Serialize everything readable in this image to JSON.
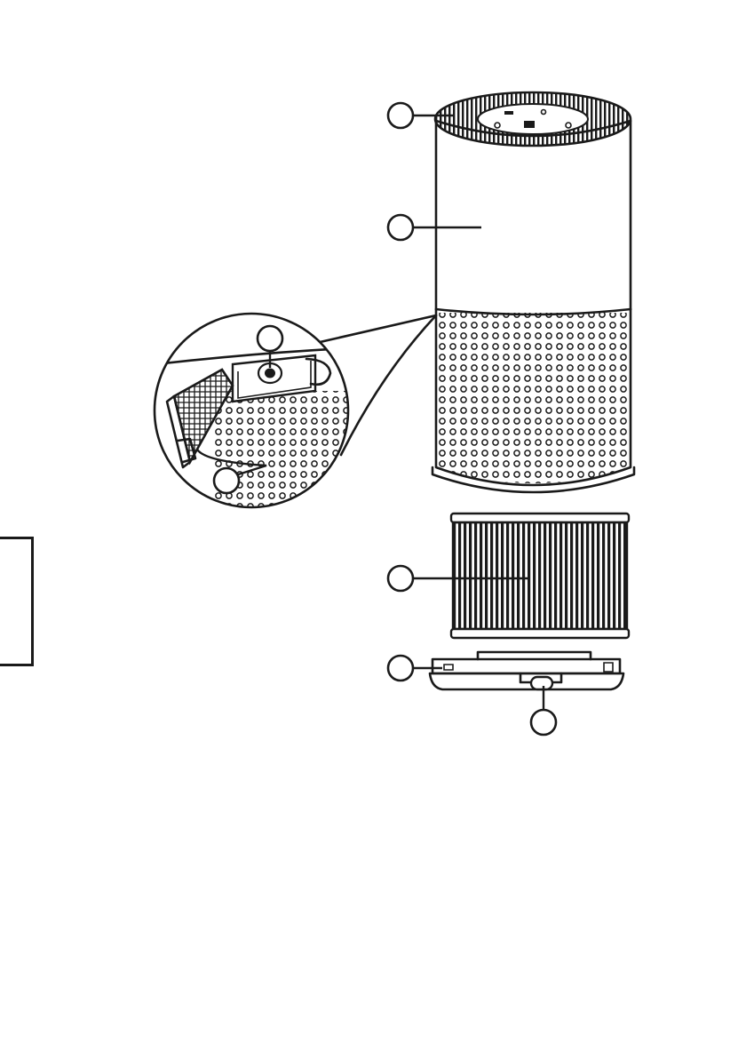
{
  "colors": {
    "ink": "#1a1a1a",
    "paper": "#ffffff"
  },
  "icons": {
    "side_tab": "blank-language-tab-icon",
    "callouts": "blank-numbered-callout-icon"
  },
  "components": [
    {
      "id": "control-panel",
      "name": "top-control-panel"
    },
    {
      "id": "housing",
      "name": "upper-housing"
    },
    {
      "id": "button",
      "name": "filter-compartment-button"
    },
    {
      "id": "secondary-filter",
      "name": "side-pre-filter-cartridge"
    },
    {
      "id": "main-filter",
      "name": "cylindrical-main-filter"
    },
    {
      "id": "base",
      "name": "base-cover"
    },
    {
      "id": "base-lock",
      "name": "base-lock-slider"
    }
  ]
}
